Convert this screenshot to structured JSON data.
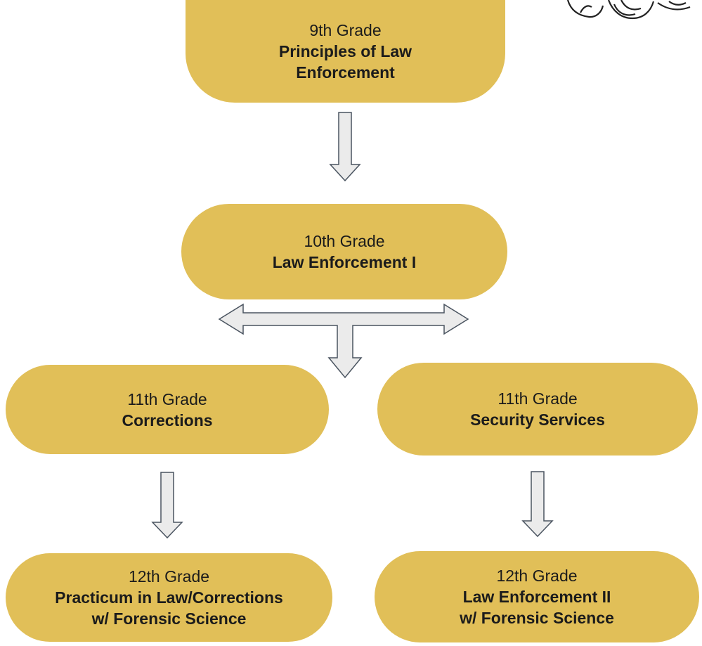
{
  "diagram": {
    "nodes": [
      {
        "id": "grade9",
        "grade": "9th Grade",
        "course_lines": [
          "Principles of Law",
          "Enforcement"
        ]
      },
      {
        "id": "grade10",
        "grade": "10th Grade",
        "course_lines": [
          "Law Enforcement I"
        ]
      },
      {
        "id": "grade11a",
        "grade": "11th Grade",
        "course_lines": [
          "Corrections"
        ]
      },
      {
        "id": "grade11b",
        "grade": "11th Grade",
        "course_lines": [
          "Security Services"
        ]
      },
      {
        "id": "grade12a",
        "grade": "12th Grade",
        "course_lines": [
          "Practicum in Law/Corrections",
          "w/ Forensic Science"
        ]
      },
      {
        "id": "grade12b",
        "grade": "12th Grade",
        "course_lines": [
          "Law Enforcement II",
          "w/ Forensic Science"
        ]
      }
    ],
    "edges": [
      {
        "from": "grade9",
        "to": "grade10"
      },
      {
        "from": "grade10",
        "to": "grade11a"
      },
      {
        "from": "grade10",
        "to": "grade11b"
      },
      {
        "from": "grade11a",
        "to": "grade12a"
      },
      {
        "from": "grade11b",
        "to": "grade12b"
      }
    ],
    "colors": {
      "node_fill": "#e1bf58",
      "arrow_fill": "#ebebeb",
      "arrow_stroke": "#4a5460",
      "text": "#1b1b1b"
    }
  }
}
